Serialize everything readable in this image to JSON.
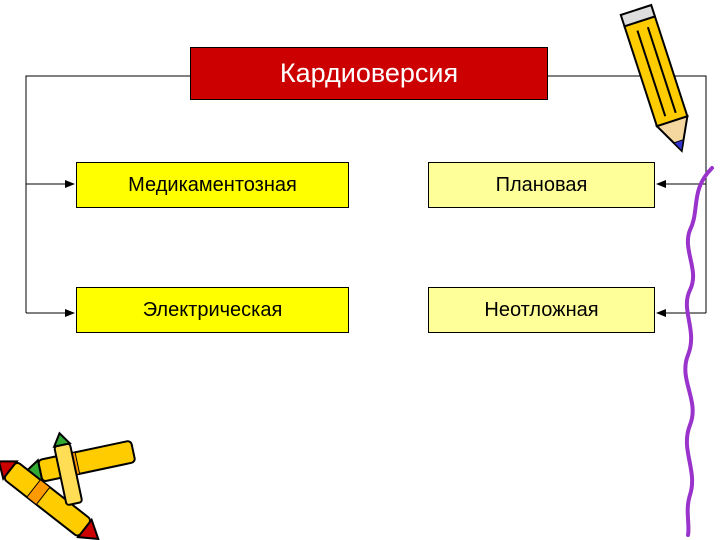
{
  "diagram": {
    "title": "Кардиоверсия",
    "left_boxes": [
      "Медикаментозная",
      "Электрическая"
    ],
    "right_boxes": [
      "Плановая",
      "Неотложная"
    ]
  },
  "colors": {
    "title_fill": "#cc0000",
    "left_fill": "#ffff00",
    "right_fill": "#ffff99",
    "pencil_yellow": "#ffcc00",
    "squiggle": "#9933cc"
  },
  "decorations": [
    "pencil-icon",
    "crayons-icon",
    "squiggle-line"
  ]
}
